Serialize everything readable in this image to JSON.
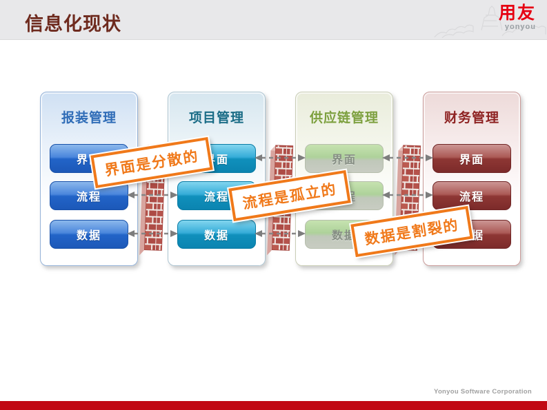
{
  "header": {
    "title": "信息化现状",
    "logo_text": "用友",
    "logo_subtext": "yonyou"
  },
  "diagram": {
    "columns": [
      {
        "title": "报装管理",
        "theme": "blue",
        "title_color": "#2f6cb7",
        "items": [
          "界面",
          "流程",
          "数据"
        ]
      },
      {
        "title": "项目管理",
        "theme": "cyan",
        "title_color": "#1a6c86",
        "items": [
          "界面",
          "流程",
          "数据"
        ]
      },
      {
        "title": "供应链管理",
        "theme": "green",
        "title_color": "#7da03f",
        "items": [
          "界面",
          "流程",
          "数据"
        ]
      },
      {
        "title": "财务管理",
        "theme": "red",
        "title_color": "#8e2222",
        "items": [
          "界面",
          "流程",
          "数据"
        ]
      }
    ],
    "stickers": [
      {
        "label": "界面是分散的"
      },
      {
        "label": "流程是孤立的"
      },
      {
        "label": "数据是割裂的"
      }
    ],
    "icons": {
      "wall": "brick-wall-icon",
      "arrow": "double-headed-dashed-arrow-icon"
    },
    "sticker_color": "#f0791a",
    "arrow_color": "#858585",
    "brick_color": "#b5534c"
  },
  "footer": {
    "company": "Yonyou Software Corporation"
  },
  "colors": {
    "title_text": "#6e2a1e",
    "header_bg": "#e8e8ea",
    "logo_red": "#e60012",
    "bottom_bar": "#c10813"
  }
}
